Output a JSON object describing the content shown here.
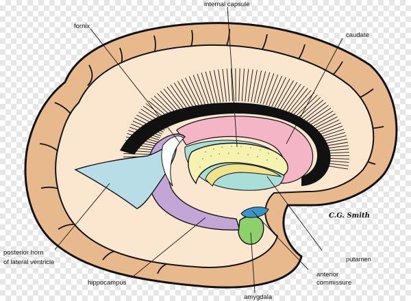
{
  "diagram": {
    "labels": {
      "internal_capsule": "internal capsule",
      "fornix": "fornix",
      "caudate": "caudate",
      "posterior_horn_line1": "posterior horn",
      "posterior_horn_line2": "of lateral ventricle",
      "putamen": "putamen",
      "anterior_commissure_line1": "anterior",
      "anterior_commissure_line2": "commissure",
      "hippocampus": "hippocampus",
      "amygdala": "amygdala"
    },
    "signature": "C.G. Smith",
    "colors": {
      "cortex": "#e8b98c",
      "white_matter": "#fbe6cf",
      "outline": "#111111",
      "caudate": "#f4b6c6",
      "putamen": "#f6f2b0",
      "internal_capsule_teal": "#a9dfd8",
      "ventricle": "#b9dde6",
      "hippocampus": "#c4a6d6",
      "amygdala": "#8ed16a",
      "commissure": "#3a93c9"
    }
  }
}
